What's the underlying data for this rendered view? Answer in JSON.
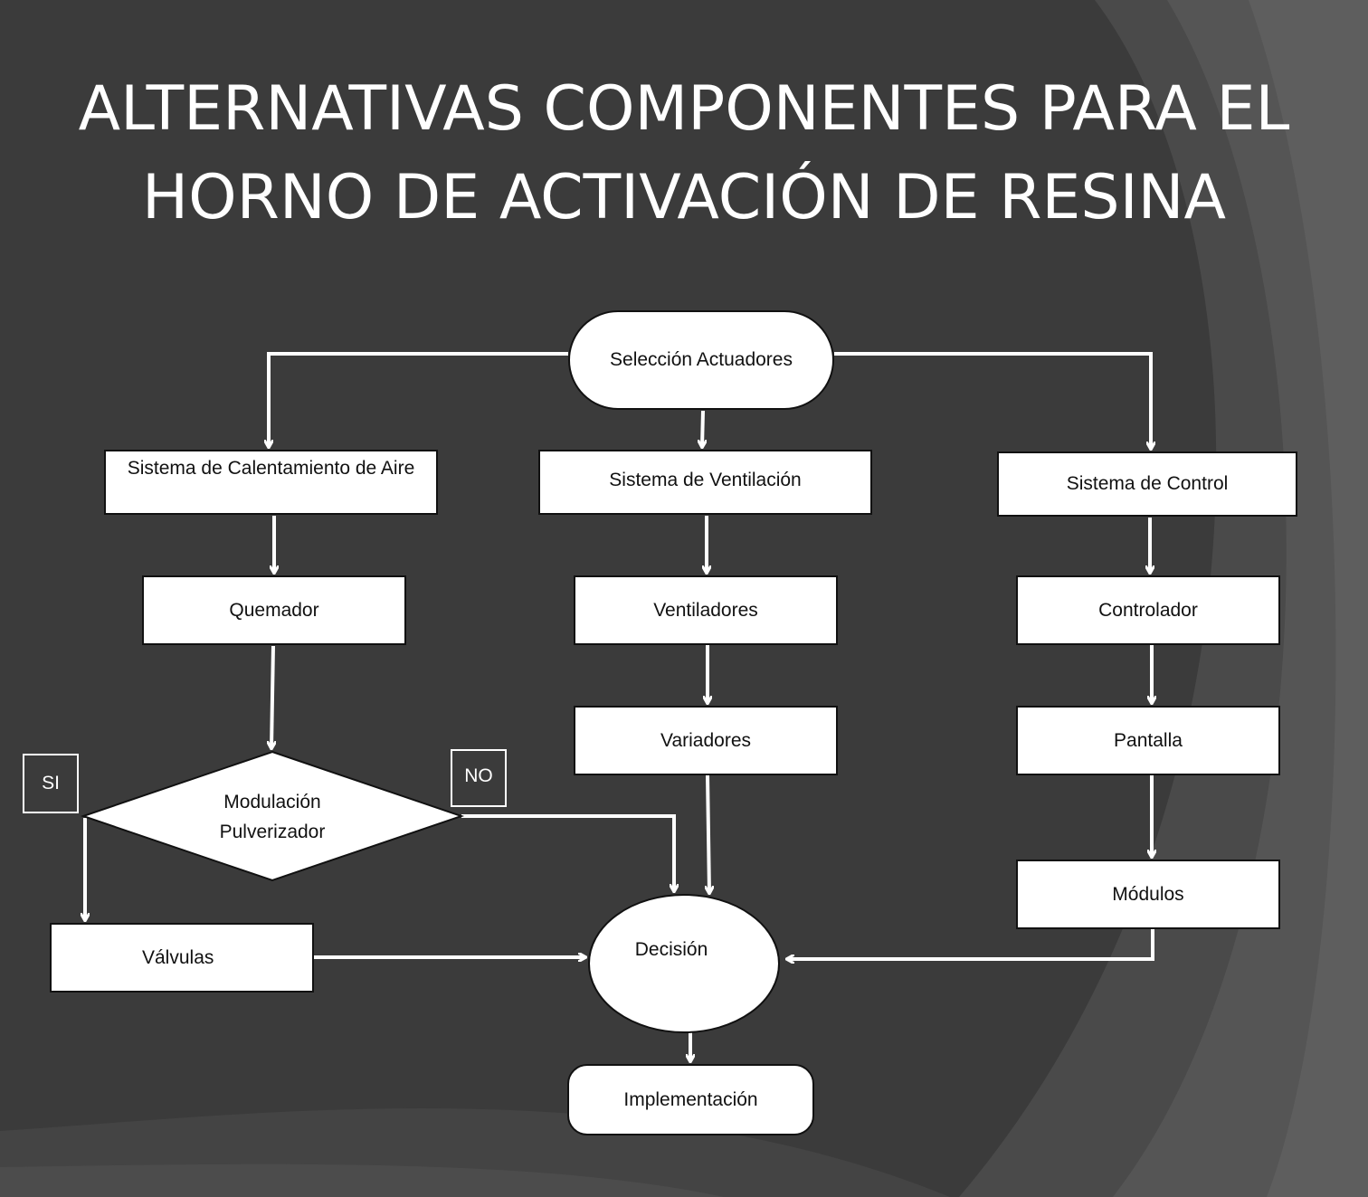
{
  "title": {
    "line1": "ALTERNATIVAS COMPONENTES PARA EL",
    "line2": "HORNO DE ACTIVACIÓN DE RESINA"
  },
  "nodes": {
    "start": "Selección Actuadores",
    "heating": "Sistema de Calentamiento de Aire",
    "ventilation": "Sistema de Ventilación",
    "control": "Sistema de Control",
    "burner": "Quemador",
    "fans": "Ventiladores",
    "controller": "Controlador",
    "drives": "Variadores",
    "screen": "Pantalla",
    "decision_modulation_line1": "Modulación",
    "decision_modulation_line2": "Pulverizador",
    "modules": "Módulos",
    "valves": "Válvulas",
    "decision": "Decisión",
    "implementation": "Implementación"
  },
  "labels": {
    "yes": "SI",
    "no": "NO"
  },
  "colors": {
    "background": "#3a3a3a",
    "box_fill": "#ffffff",
    "connector": "#ffffff",
    "text": "#111111"
  }
}
